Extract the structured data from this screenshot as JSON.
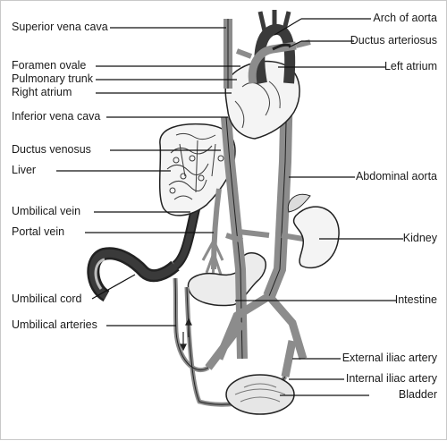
{
  "labels_left": [
    "Superior vena cava",
    "Foramen ovale",
    "Pulmonary trunk",
    "Right atrium",
    "Inferior vena cava",
    "Ductus venosus",
    "Liver",
    "Umbilical vein",
    "Portal vein",
    "Umbilical cord",
    "Umbilical arteries"
  ],
  "labels_right": [
    "Arch of aorta",
    "Ductus arteriosus",
    "Left atrium",
    "Abdominal aorta",
    "Kidney",
    "Intestine",
    "External iliac artery",
    "Internal iliac artery",
    "Bladder"
  ],
  "colors": {
    "vessel_dark": "#3a3a3a",
    "vessel_mid": "#8c8c8c",
    "vessel_light": "#bdbdbd",
    "organ_fill": "#f4f4f4",
    "outline": "#222222",
    "leader": "#111111"
  }
}
